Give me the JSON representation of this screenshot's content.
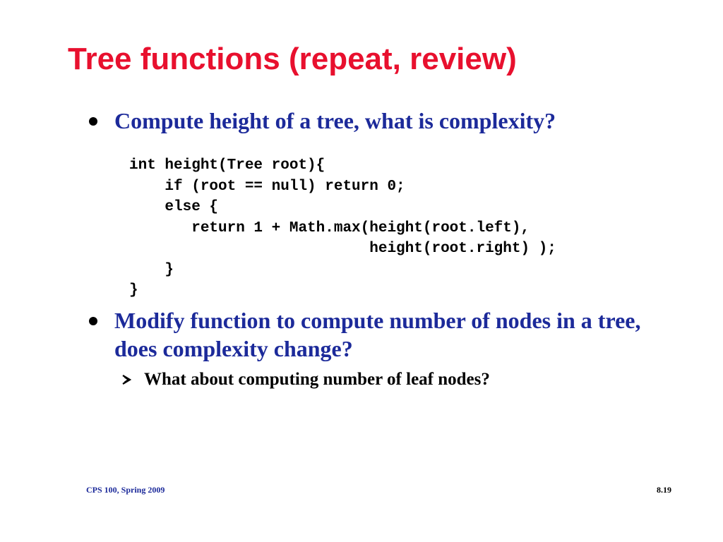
{
  "slide": {
    "title": "Tree functions (repeat, review)",
    "bullets": [
      {
        "text": "Compute height of a tree, what is complexity?"
      },
      {
        "text": "Modify function to compute number of nodes in a tree, does complexity change?"
      }
    ],
    "code_lines": [
      "int height(Tree root){",
      "    if (root == null) return 0;",
      "    else {",
      "       return 1 + Math.max(height(root.left),",
      "                           height(root.right) );",
      "    }",
      "}"
    ],
    "sub_bullets": [
      {
        "text": "What about computing number of leaf nodes?"
      }
    ],
    "footer": {
      "course": "CPS 100, Spring 2009",
      "slide_number": "8.19"
    }
  },
  "colors": {
    "title": "#e8102e",
    "bullet_text": "#1c2a9a",
    "body_text": "#000000"
  },
  "icons": {
    "bullet": "filled-circle-bullet-icon",
    "sub_bullet": "chevron-right-arrow-icon"
  }
}
